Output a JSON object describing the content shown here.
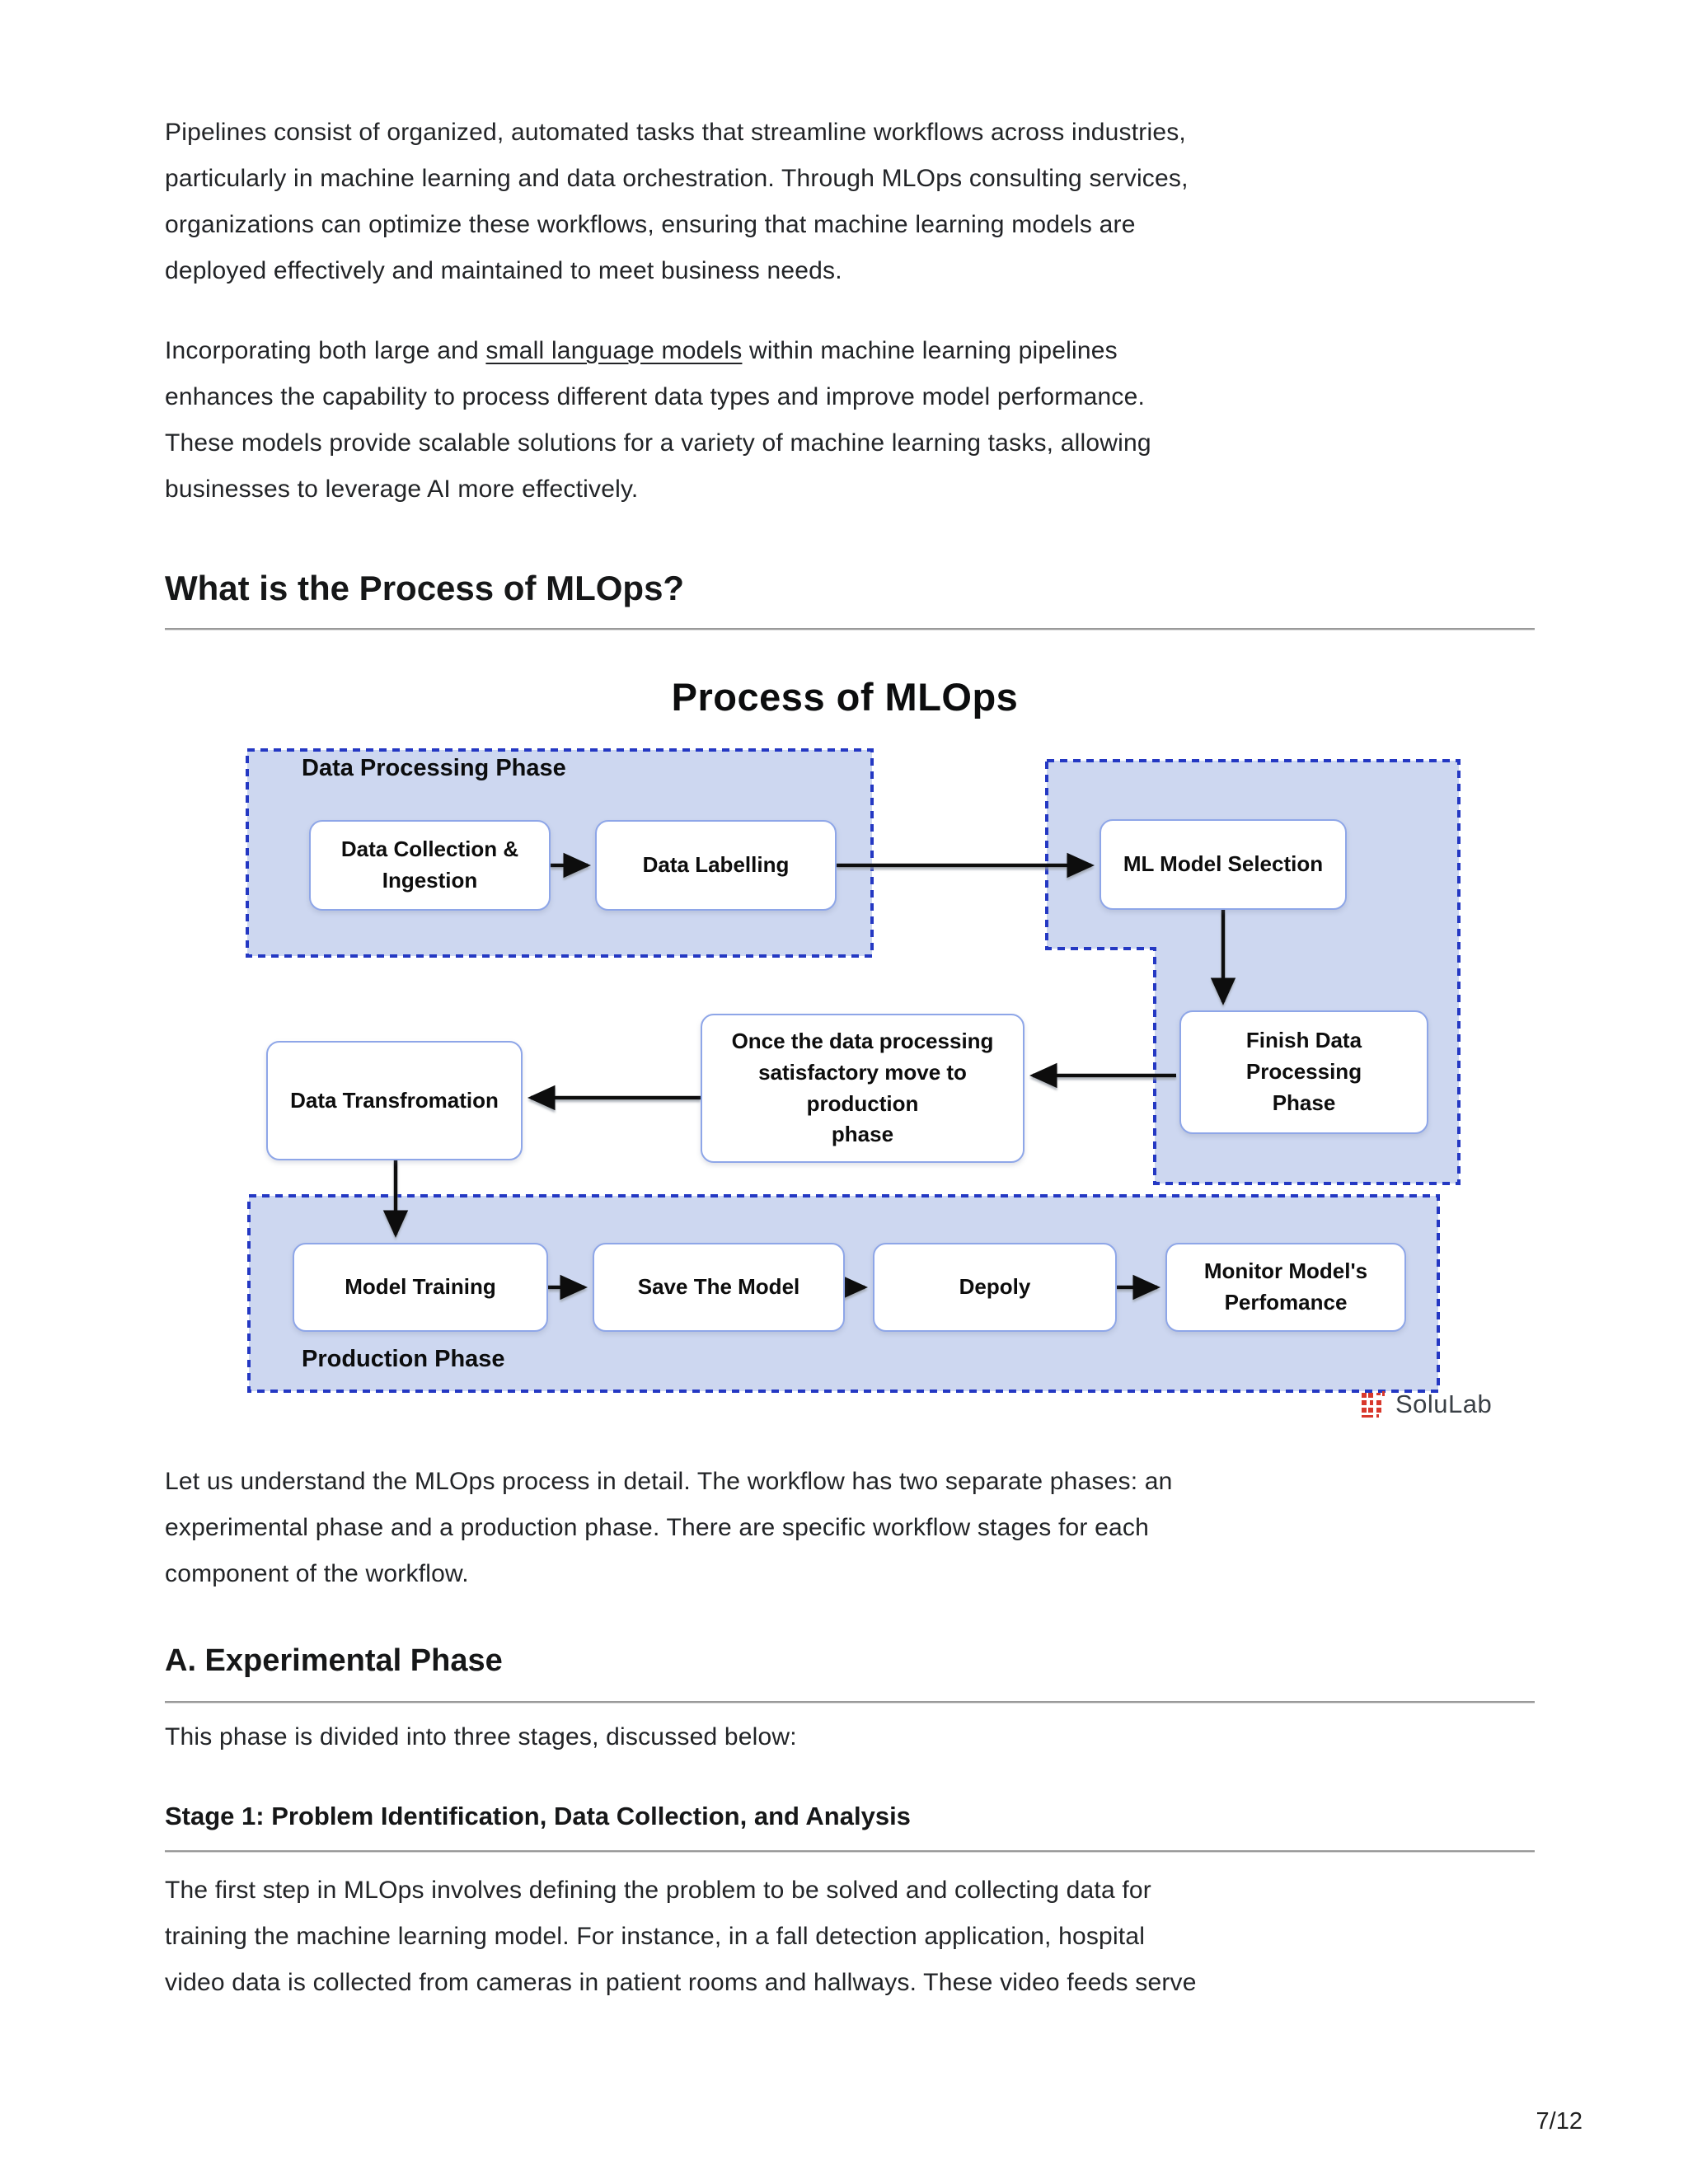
{
  "page": {
    "paragraph1": "Pipelines consist of organized, automated tasks that streamline workflows across industries,\nparticularly in machine learning and data orchestration. Through MLOps consulting services,\norganizations can optimize these workflows, ensuring that machine learning models are\ndeployed effectively and maintained to meet business needs.",
    "paragraph2_prefix": "Incorporating both large and ",
    "paragraph2_link": "small language models",
    "paragraph2_suffix": " within machine learning pipelines\nenhances the capability to process different data types and improve model performance.\nThese models provide scalable solutions for a variety of machine learning tasks, allowing\nbusinesses to leverage AI more effectively.",
    "heading_process": "What is the Process of MLOps?",
    "paragraph3": "Let us understand the MLOps process in detail. The workflow has two separate phases: an\nexperimental phase and a production phase. There are specific workflow stages for each\ncomponent of the workflow.",
    "heading_experimental": "A. Experimental Phase",
    "paragraph4": "This phase is divided into three stages, discussed below:",
    "heading_stage1": "Stage 1: Problem Identification, Data Collection, and Analysis",
    "paragraph5": "The first step in MLOps involves defining the problem to be solved and collecting data for\ntraining the machine learning model. For instance, in a fall detection application, hospital\nvideo data is collected from cameras in patient rooms and hallways. These video feeds serve",
    "page_number": "7/12"
  },
  "diagram": {
    "title": "Process of MLOps",
    "phases": {
      "data_processing": "Data Processing Phase",
      "production": "Production Phase"
    },
    "nodes": {
      "data_collection": "Data Collection &\nIngestion",
      "data_labelling": "Data Labelling",
      "ml_model_selection": "ML Model Selection",
      "finish_dp": "Finish Data Processing\nPhase",
      "once": "Once the data processing\nsatisfactory move to production\nphase",
      "data_transformation": "Data Transfromation",
      "model_training": "Model Training",
      "save_model": "Save The Model",
      "deploy": "Depoly",
      "monitor": "Monitor Model's\nPerfomance"
    },
    "logo_text": "SoluLab",
    "icons": {
      "logo": "solulab-grid-icon"
    },
    "colors": {
      "dashed_border": "#2438c3",
      "phase_fill": "#cdd7f0",
      "node_border": "#8ea6e8",
      "arrow": "#111111",
      "logo_red": "#d8382c"
    }
  }
}
